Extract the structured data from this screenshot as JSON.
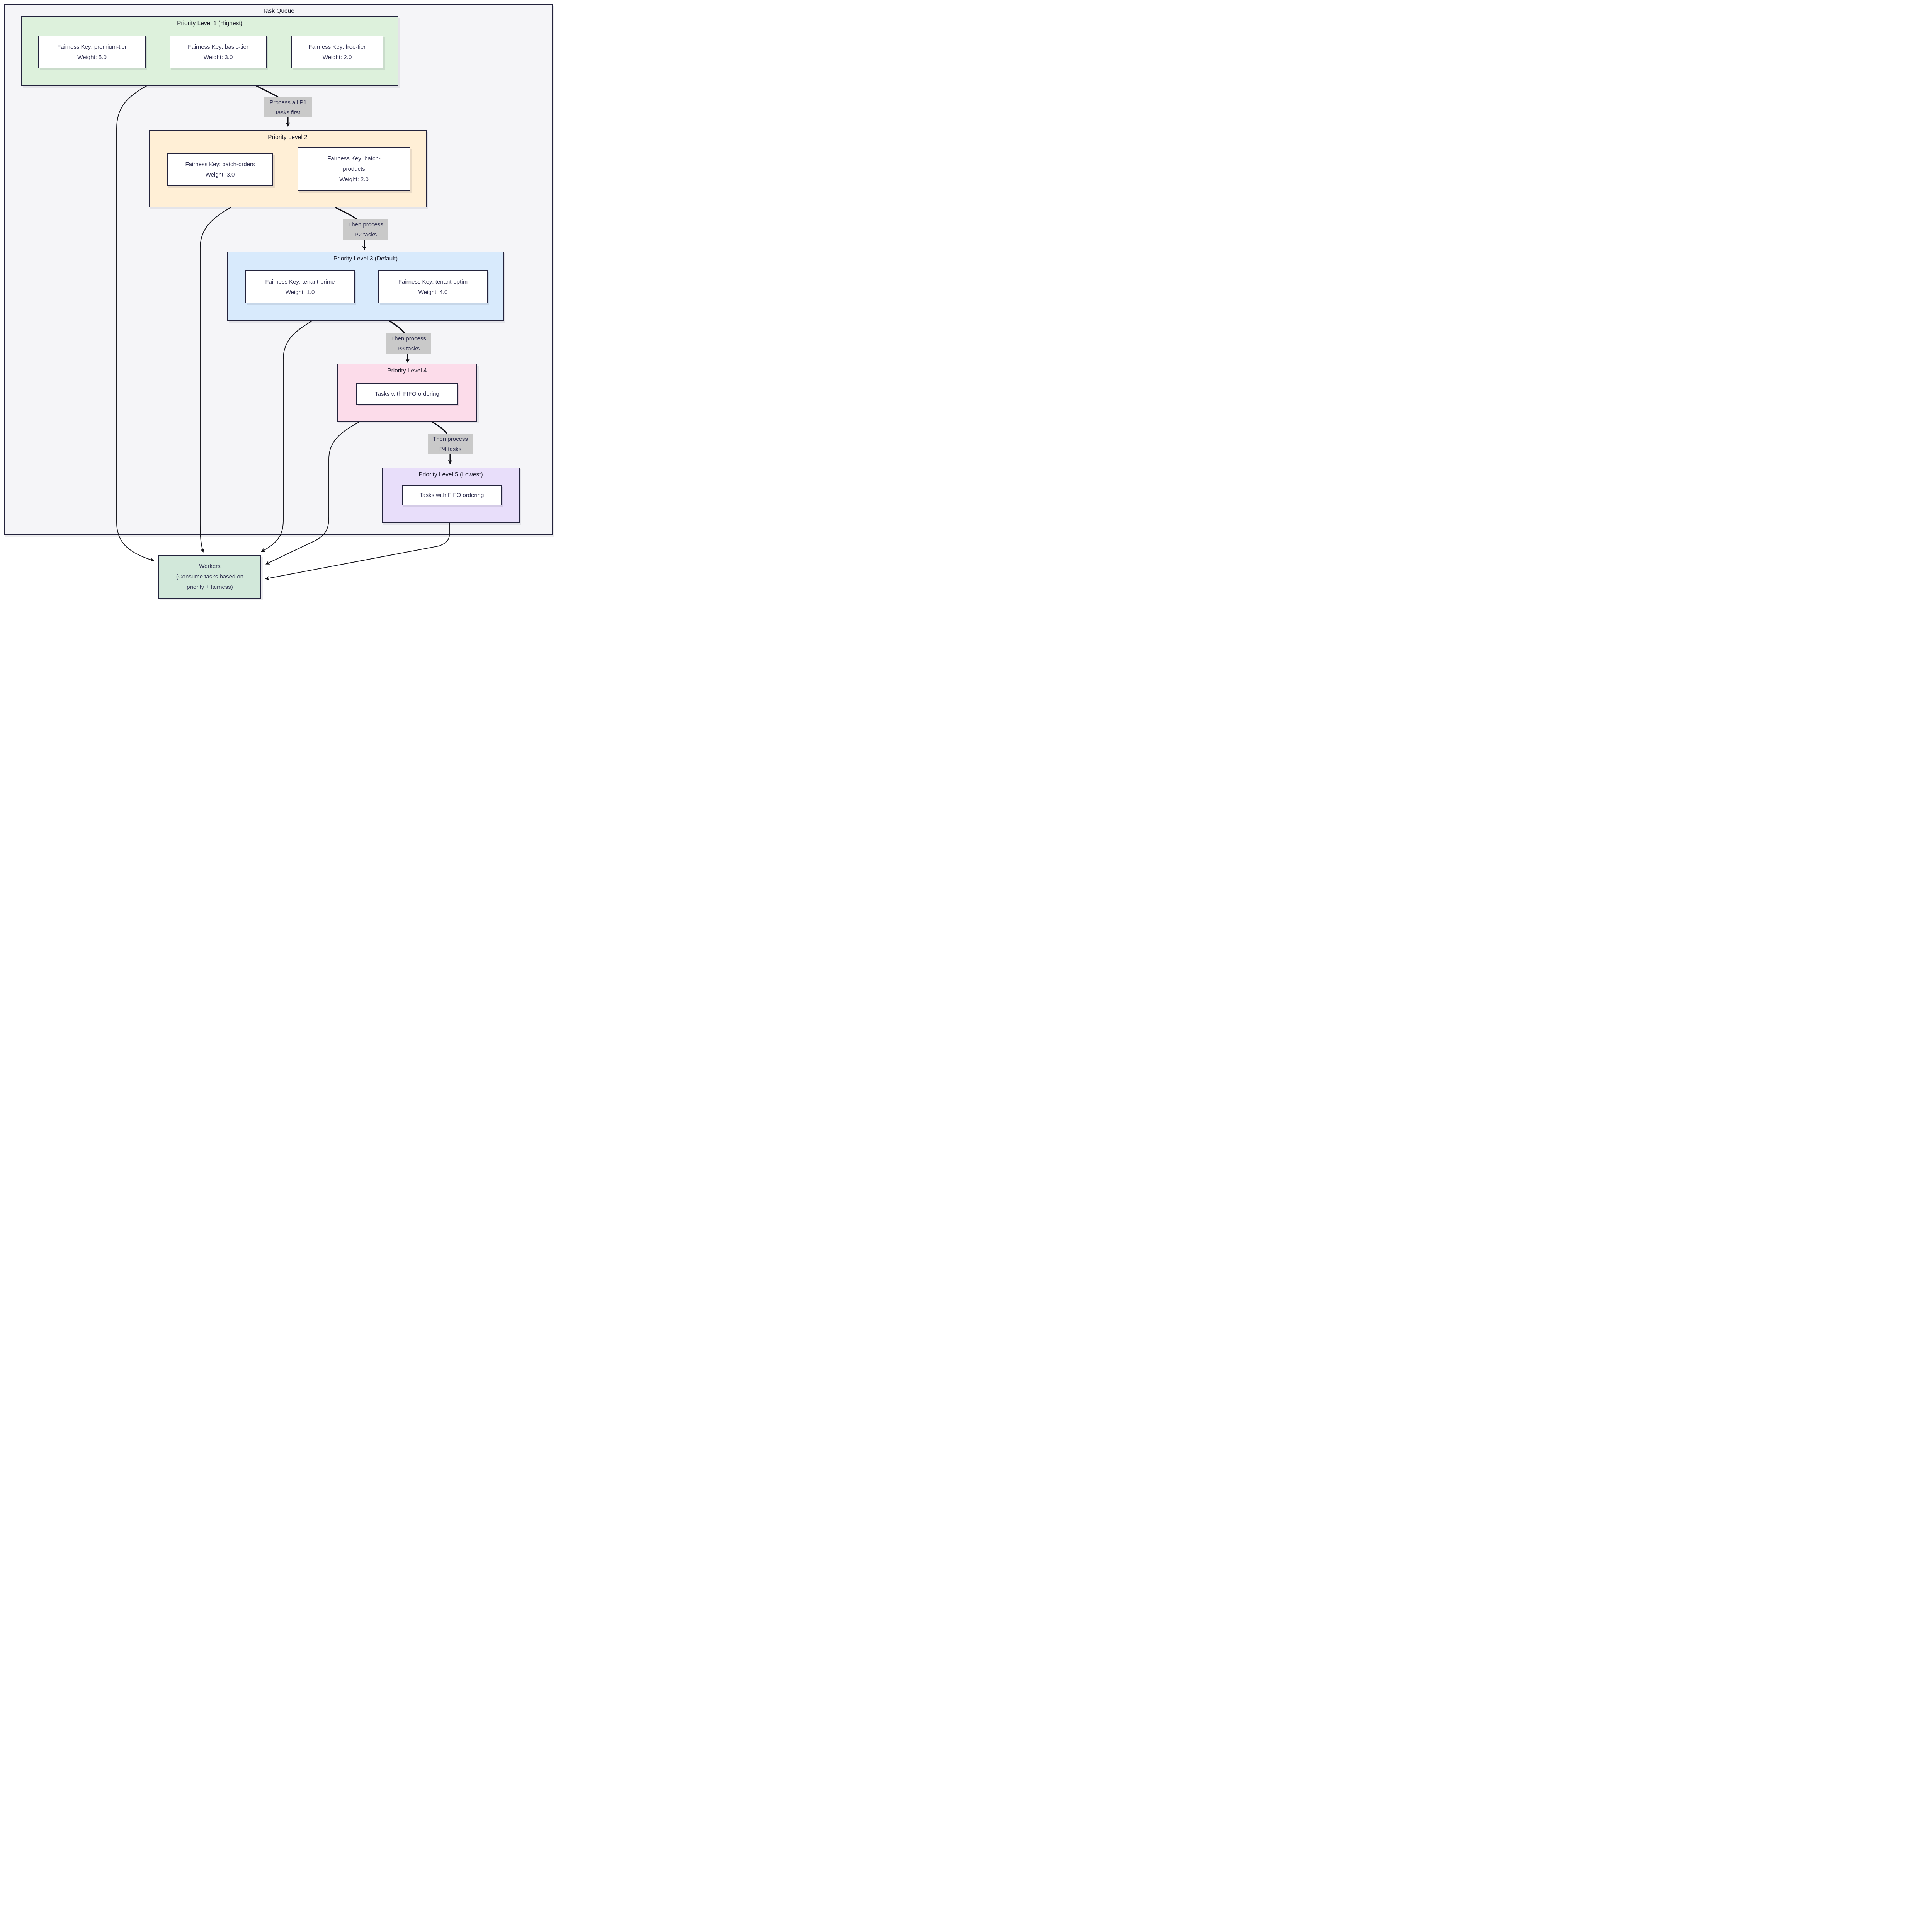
{
  "diagram_title": "Task Queue",
  "clusters": [
    {
      "title": "Priority Level 1 (Highest)",
      "items": [
        {
          "key": "Fairness Key: premium-tier",
          "weight": "Weight: 5.0"
        },
        {
          "key": "Fairness Key: basic-tier",
          "weight": "Weight: 3.0"
        },
        {
          "key": "Fairness Key: free-tier",
          "weight": "Weight: 2.0"
        }
      ]
    },
    {
      "title": "Priority Level 2",
      "items": [
        {
          "key": "Fairness Key: batch-orders",
          "weight": "Weight: 3.0"
        },
        {
          "key": "Fairness Key: batch-products",
          "weight": "Weight: 2.0"
        }
      ]
    },
    {
      "title": "Priority Level 3 (Default)",
      "items": [
        {
          "key": "Fairness Key: tenant-prime",
          "weight": "Weight: 1.0"
        },
        {
          "key": "Fairness Key: tenant-optim",
          "weight": "Weight: 4.0"
        }
      ]
    },
    {
      "title": "Priority Level 4",
      "items": [
        {
          "key": "Tasks with FIFO ordering"
        }
      ]
    },
    {
      "title": "Priority Level 5 (Lowest)",
      "items": [
        {
          "key": "Tasks with FIFO ordering"
        }
      ]
    }
  ],
  "edge_labels": [
    {
      "line1": "Process all P1",
      "line2": "tasks first"
    },
    {
      "line1": "Then process",
      "line2": "P2 tasks"
    },
    {
      "line1": "Then process",
      "line2": "P3 tasks"
    },
    {
      "line1": "Then process",
      "line2": "P4 tasks"
    }
  ],
  "workers": {
    "line1": "Workers",
    "line2": "(Consume tasks based on",
    "line3": "priority + fairness)"
  },
  "colors": {
    "background": "#ffffff",
    "container_fill": "#f5f5f8",
    "border": "#23233c",
    "arrow": "#111118",
    "label_bg": "#c9c9c9",
    "level1_fill": "#ddf1dc",
    "level2_fill": "#ffefd6",
    "level3_fill": "#d8eafc",
    "level4_fill": "#fcdcea",
    "level5_fill": "#e8defa",
    "workers_fill": "#d2e8da",
    "node_fill": "#ffffff"
  }
}
